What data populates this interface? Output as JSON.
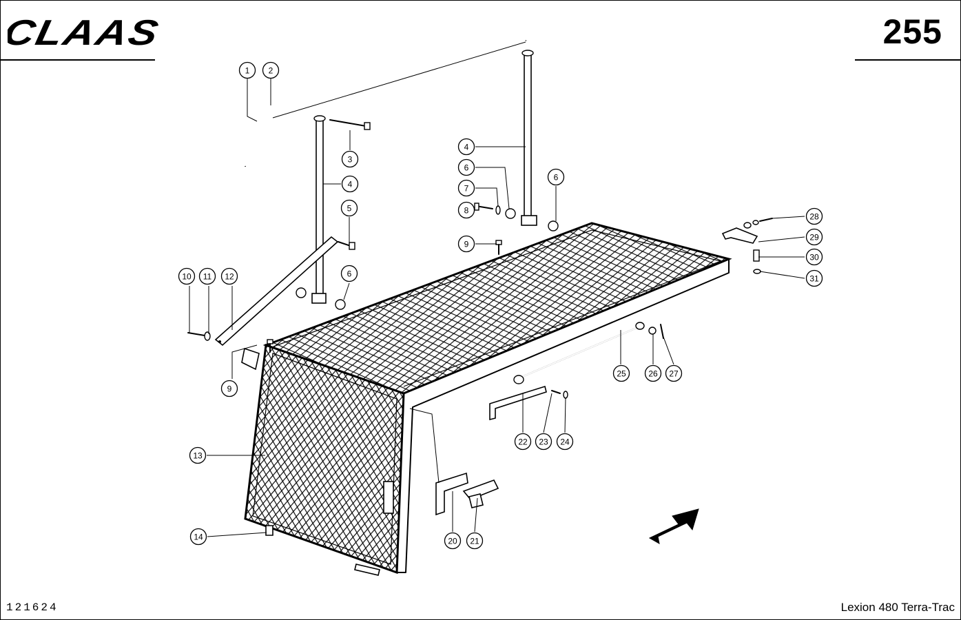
{
  "header": {
    "brand": "CLAAS",
    "page_number": "255"
  },
  "footer": {
    "drawing_id": "121624",
    "model": "Lexion 480 Terra-Trac"
  },
  "callouts": [
    {
      "id": "c1",
      "label": "1"
    },
    {
      "id": "c2",
      "label": "2"
    },
    {
      "id": "c3",
      "label": "3"
    },
    {
      "id": "c4a",
      "label": "4"
    },
    {
      "id": "c5",
      "label": "5"
    },
    {
      "id": "c6a",
      "label": "6"
    },
    {
      "id": "c4b",
      "label": "4"
    },
    {
      "id": "c6b",
      "label": "6"
    },
    {
      "id": "c7",
      "label": "7"
    },
    {
      "id": "c8",
      "label": "8"
    },
    {
      "id": "c6c",
      "label": "6"
    },
    {
      "id": "c9a",
      "label": "9"
    },
    {
      "id": "c10",
      "label": "10"
    },
    {
      "id": "c11",
      "label": "11"
    },
    {
      "id": "c12",
      "label": "12"
    },
    {
      "id": "c9b",
      "label": "9"
    },
    {
      "id": "c13",
      "label": "13"
    },
    {
      "id": "c14",
      "label": "14"
    },
    {
      "id": "c20",
      "label": "20"
    },
    {
      "id": "c21",
      "label": "21"
    },
    {
      "id": "c22",
      "label": "22"
    },
    {
      "id": "c23",
      "label": "23"
    },
    {
      "id": "c24",
      "label": "24"
    },
    {
      "id": "c25",
      "label": "25"
    },
    {
      "id": "c26",
      "label": "26"
    },
    {
      "id": "c27",
      "label": "27"
    },
    {
      "id": "c28",
      "label": "28"
    },
    {
      "id": "c29",
      "label": "29"
    },
    {
      "id": "c30",
      "label": "30"
    },
    {
      "id": "c31",
      "label": "31"
    }
  ]
}
